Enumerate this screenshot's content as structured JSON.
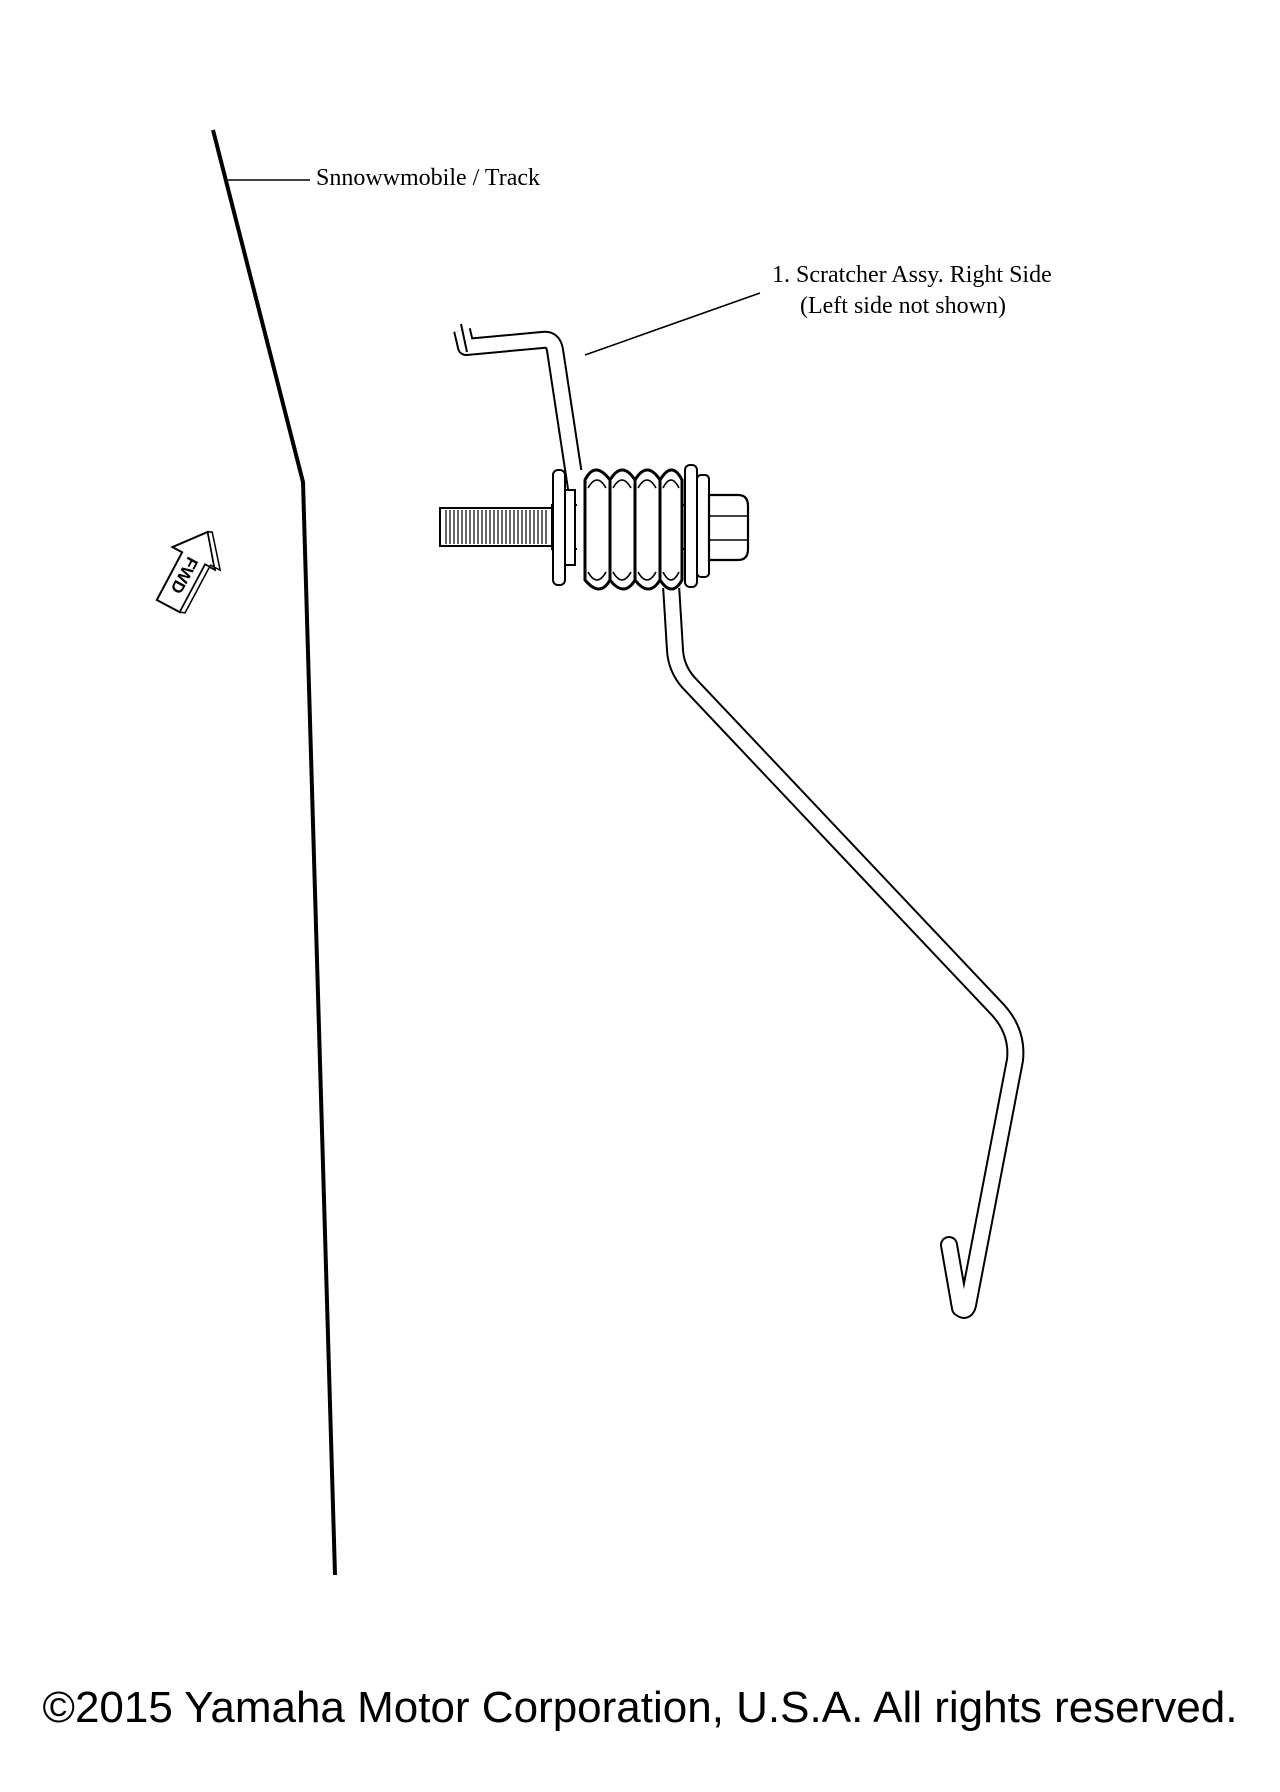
{
  "labels": {
    "track": "Snnowwmobile  / Track",
    "part_1_line1": "1. Scratcher Assy. Right Side",
    "part_1_line2": "(Left side not shown)",
    "fwd": "FWD"
  },
  "footer": {
    "copyright": "©2015 Yamaha Motor Corporation, U.S.A. All rights reserved."
  },
  "icons": {
    "direction": "fwd-arrow-icon"
  }
}
